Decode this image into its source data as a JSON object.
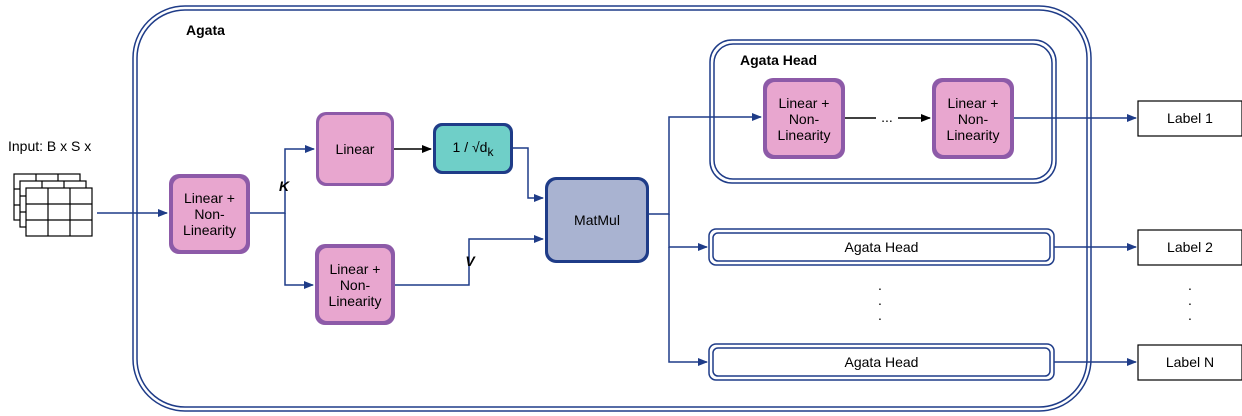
{
  "diagram": {
    "outer_title": "Agata",
    "input_label": "Input: B x S x",
    "first_block": "Linear + Non-Linearity",
    "k_label": "K",
    "v_label": "V",
    "linear_label": "Linear",
    "scale_label": "1 / √d",
    "scale_sub": "k",
    "v_block": "Linear + Non-Linearity",
    "matmul_label": "MatMul",
    "head_title": "Agata Head",
    "head_block_1": "Linear + Non-Linearity",
    "head_dots": "...",
    "head_block_2": "Linear + Non-Linearity",
    "heads": [
      "Agata Head",
      "Agata Head"
    ],
    "labels": [
      "Label 1",
      "Label 2",
      "Label N"
    ],
    "vdots": ".\n.\n.",
    "colors": {
      "navy": "#1f3c88",
      "pink_fill": "#e8a6cf",
      "pink_border": "#8d5aa8",
      "teal_fill": "#6fcfc8",
      "grey_fill": "#a9b3d1"
    }
  }
}
